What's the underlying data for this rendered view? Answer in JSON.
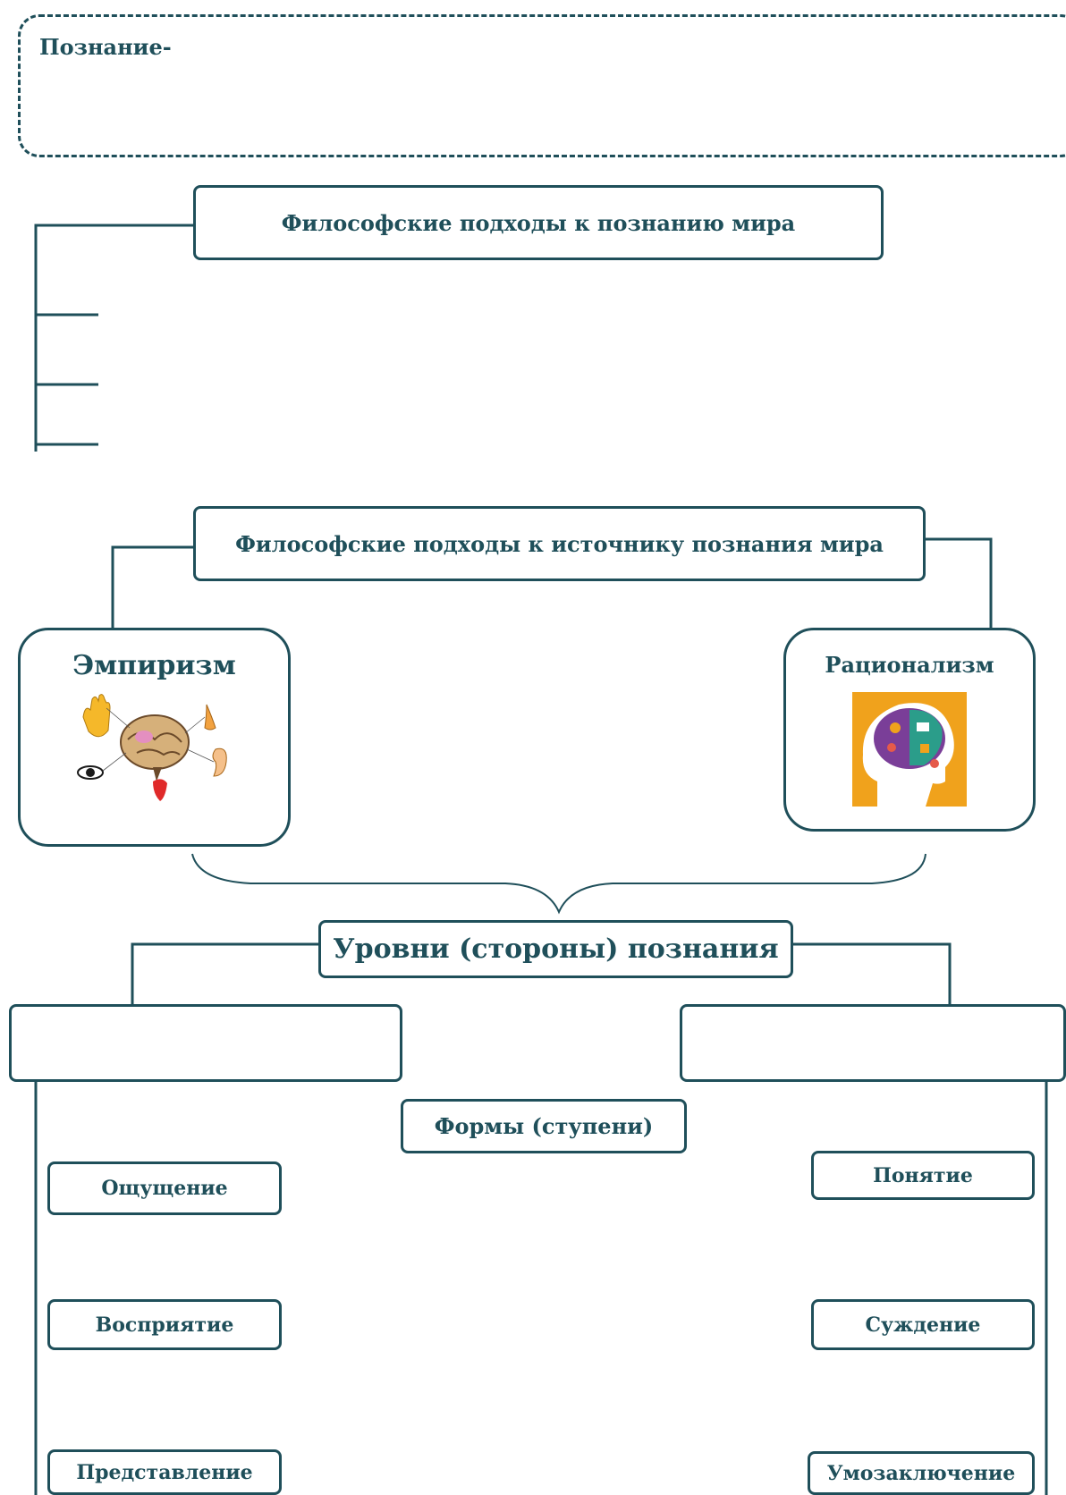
{
  "definition": {
    "label": "Познание-"
  },
  "approaches_world": {
    "title": "Философские подходы к познанию мира"
  },
  "approaches_source": {
    "title": "Философские подходы к источнику познания мира",
    "empiricism": {
      "title": "Эмпиризм"
    },
    "rationalism": {
      "title": "Рационализм"
    }
  },
  "levels": {
    "title": "Уровни (стороны) познания",
    "forms_title": "Формы (ступени)",
    "left_box": "",
    "right_box": "",
    "left_forms": [
      "Ощущение",
      "Восприятие",
      "Представление"
    ],
    "right_forms": [
      "Понятие",
      "Суждение",
      "Умозаключение"
    ]
  },
  "colors": {
    "line": "#1f4f5a",
    "rationalism_bg": "#f0a21c",
    "head": "#ffffff",
    "brain": "#7a3e98"
  }
}
